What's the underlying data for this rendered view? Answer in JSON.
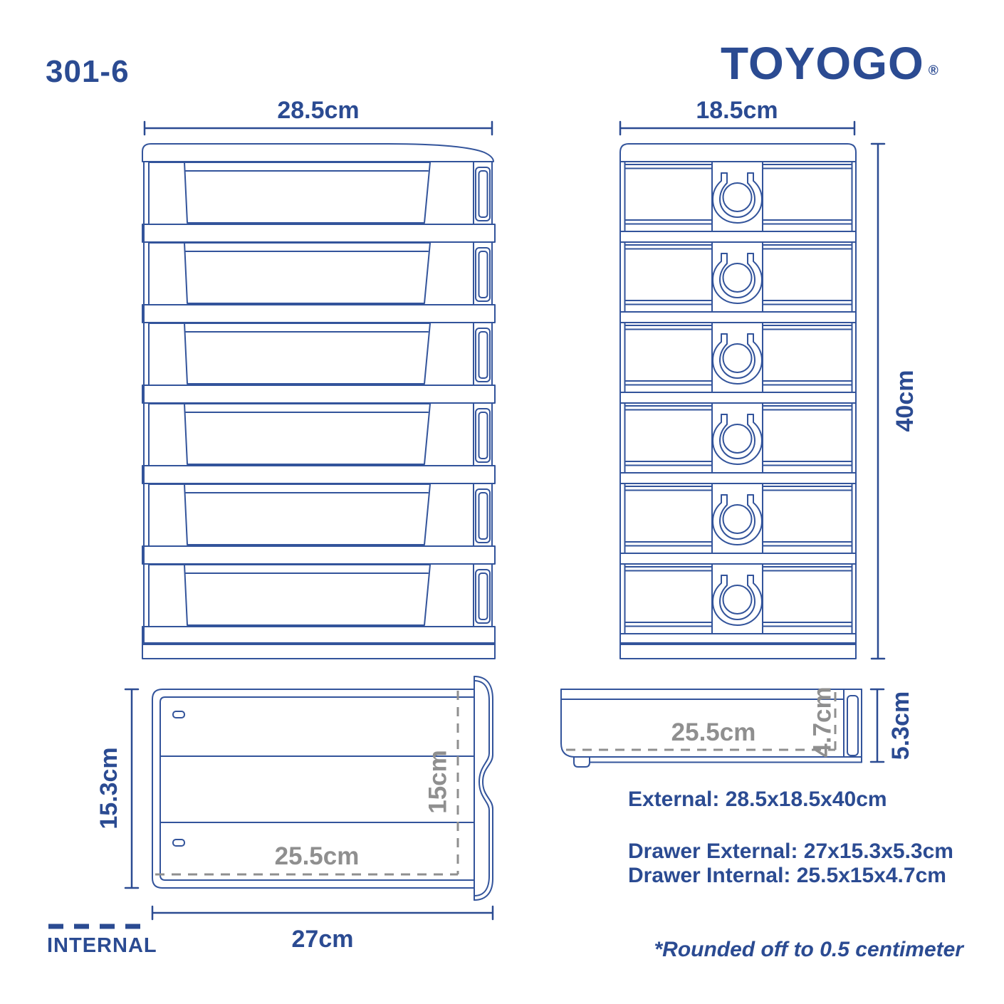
{
  "header": {
    "model": "301-6",
    "brand": "TOYOGO",
    "registered_mark": "®"
  },
  "dimensions": {
    "unit_width_front": "28.5cm",
    "unit_depth_side": "18.5cm",
    "unit_height": "40cm",
    "drawer_depth": "15.3cm",
    "drawer_width": "27cm",
    "drawer_internal_width": "25.5cm",
    "drawer_internal_depth": "15cm",
    "drawer_internal_width_side": "25.5cm",
    "drawer_internal_height": "4.7cm",
    "drawer_height": "5.3cm"
  },
  "specs": {
    "external": "External: 28.5x18.5x40cm",
    "drawer_external": "Drawer External: 27x15.3x5.3cm",
    "drawer_internal": "Drawer Internal: 25.5x15x4.7cm"
  },
  "footnote": "*Rounded off to 0.5 centimeter",
  "legend": {
    "label": "INTERNAL"
  },
  "drawer_count": "6",
  "colors": {
    "primary_blue": "#2b4b92",
    "line_blue": "#33549b",
    "dimension_gray": "#8f8f8f"
  }
}
